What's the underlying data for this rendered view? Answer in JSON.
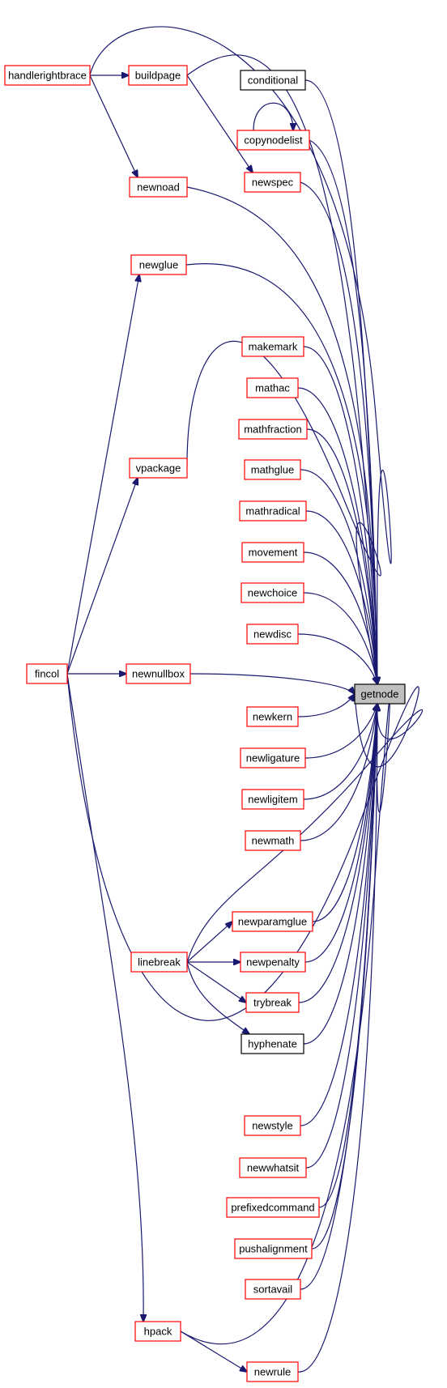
{
  "nodes": {
    "getnode": {
      "label": "getnode",
      "fill": "#bfbfbf",
      "stroke": "#000000"
    },
    "handlerightbrace": {
      "label": "handlerightbrace",
      "stroke": "#ff0000"
    },
    "buildpage": {
      "label": "buildpage",
      "stroke": "#ff0000"
    },
    "conditional": {
      "label": "conditional",
      "stroke": "#000000"
    },
    "copynodelist": {
      "label": "copynodelist",
      "stroke": "#ff0000"
    },
    "newspec": {
      "label": "newspec",
      "stroke": "#ff0000"
    },
    "newnoad": {
      "label": "newnoad",
      "stroke": "#ff0000"
    },
    "newglue": {
      "label": "newglue",
      "stroke": "#ff0000"
    },
    "makemark": {
      "label": "makemark",
      "stroke": "#ff0000"
    },
    "mathac": {
      "label": "mathac",
      "stroke": "#ff0000"
    },
    "mathfraction": {
      "label": "mathfraction",
      "stroke": "#ff0000"
    },
    "vpackage": {
      "label": "vpackage",
      "stroke": "#ff0000"
    },
    "mathglue": {
      "label": "mathglue",
      "stroke": "#ff0000"
    },
    "mathradical": {
      "label": "mathradical",
      "stroke": "#ff0000"
    },
    "movement": {
      "label": "movement",
      "stroke": "#ff0000"
    },
    "newchoice": {
      "label": "newchoice",
      "stroke": "#ff0000"
    },
    "newdisc": {
      "label": "newdisc",
      "stroke": "#ff0000"
    },
    "fincol": {
      "label": "fincol",
      "stroke": "#ff0000"
    },
    "newnullbox": {
      "label": "newnullbox",
      "stroke": "#ff0000"
    },
    "newkern": {
      "label": "newkern",
      "stroke": "#ff0000"
    },
    "newligature": {
      "label": "newligature",
      "stroke": "#ff0000"
    },
    "newligitem": {
      "label": "newligitem",
      "stroke": "#ff0000"
    },
    "newmath": {
      "label": "newmath",
      "stroke": "#ff0000"
    },
    "newparamglue": {
      "label": "newparamglue",
      "stroke": "#ff0000"
    },
    "linebreak": {
      "label": "linebreak",
      "stroke": "#ff0000"
    },
    "newpenalty": {
      "label": "newpenalty",
      "stroke": "#ff0000"
    },
    "trybreak": {
      "label": "trybreak",
      "stroke": "#ff0000"
    },
    "hyphenate": {
      "label": "hyphenate",
      "stroke": "#000000"
    },
    "newstyle": {
      "label": "newstyle",
      "stroke": "#ff0000"
    },
    "newwhatsit": {
      "label": "newwhatsit",
      "stroke": "#ff0000"
    },
    "prefixedcommand": {
      "label": "prefixedcommand",
      "stroke": "#ff0000"
    },
    "pushalignment": {
      "label": "pushalignment",
      "stroke": "#ff0000"
    },
    "sortavail": {
      "label": "sortavail",
      "stroke": "#ff0000"
    },
    "hpack": {
      "label": "hpack",
      "stroke": "#ff0000"
    },
    "newrule": {
      "label": "newrule",
      "stroke": "#ff0000"
    }
  },
  "edges": [
    [
      "handlerightbrace",
      "buildpage"
    ],
    [
      "handlerightbrace",
      "newnoad"
    ],
    [
      "handlerightbrace",
      "getnode"
    ],
    [
      "buildpage",
      "newspec"
    ],
    [
      "buildpage",
      "getnode"
    ],
    [
      "conditional",
      "getnode"
    ],
    [
      "copynodelist",
      "copynodelist"
    ],
    [
      "copynodelist",
      "getnode"
    ],
    [
      "newspec",
      "getnode"
    ],
    [
      "newnoad",
      "getnode"
    ],
    [
      "newglue",
      "getnode"
    ],
    [
      "makemark",
      "getnode"
    ],
    [
      "mathac",
      "getnode"
    ],
    [
      "mathfraction",
      "getnode"
    ],
    [
      "vpackage",
      "getnode"
    ],
    [
      "mathglue",
      "getnode"
    ],
    [
      "mathradical",
      "getnode"
    ],
    [
      "movement",
      "getnode"
    ],
    [
      "newchoice",
      "getnode"
    ],
    [
      "newdisc",
      "getnode"
    ],
    [
      "fincol",
      "newglue"
    ],
    [
      "fincol",
      "vpackage"
    ],
    [
      "fincol",
      "newnullbox"
    ],
    [
      "fincol",
      "getnode"
    ],
    [
      "fincol",
      "hpack"
    ],
    [
      "newnullbox",
      "getnode"
    ],
    [
      "newkern",
      "getnode"
    ],
    [
      "newligature",
      "getnode"
    ],
    [
      "newligitem",
      "getnode"
    ],
    [
      "newmath",
      "getnode"
    ],
    [
      "newparamglue",
      "getnode"
    ],
    [
      "linebreak",
      "getnode"
    ],
    [
      "linebreak",
      "newparamglue"
    ],
    [
      "linebreak",
      "newpenalty"
    ],
    [
      "linebreak",
      "trybreak"
    ],
    [
      "linebreak",
      "hyphenate"
    ],
    [
      "newpenalty",
      "getnode"
    ],
    [
      "trybreak",
      "getnode"
    ],
    [
      "hyphenate",
      "getnode"
    ],
    [
      "newstyle",
      "getnode"
    ],
    [
      "newwhatsit",
      "getnode"
    ],
    [
      "prefixedcommand",
      "getnode"
    ],
    [
      "pushalignment",
      "getnode"
    ],
    [
      "sortavail",
      "getnode"
    ],
    [
      "hpack",
      "getnode"
    ],
    [
      "hpack",
      "newrule"
    ],
    [
      "newrule",
      "getnode"
    ]
  ]
}
